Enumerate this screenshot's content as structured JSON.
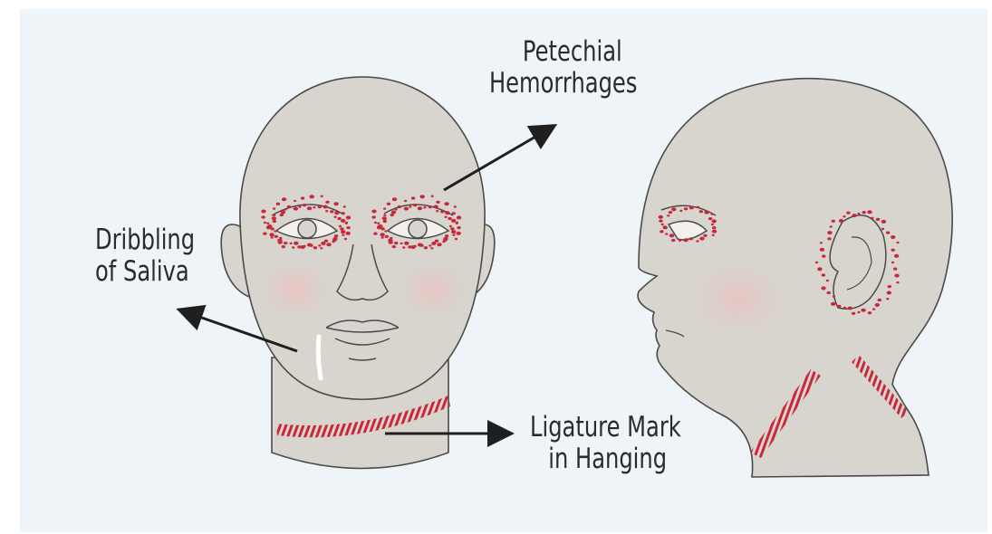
{
  "labels": {
    "petechial": {
      "line1": "Petechial",
      "line2": "Hemorrhages"
    },
    "dribbling": {
      "line1": "Dribbling",
      "line2": "of Saliva"
    },
    "ligature": {
      "line1": "Ligature Mark",
      "line2": "in Hanging"
    }
  },
  "colors": {
    "background": "#eef4f7",
    "skin": "#d7d5cd",
    "outline": "#4a4a4a",
    "petechiae": "#c8283a",
    "ligature": "#c8283a",
    "arrow": "#1f1f1f",
    "cheek": "#e8c4c4"
  },
  "icons": {
    "arrows": [
      "arrow-to-petechial",
      "arrow-to-dribbling",
      "arrow-to-ligature"
    ]
  }
}
